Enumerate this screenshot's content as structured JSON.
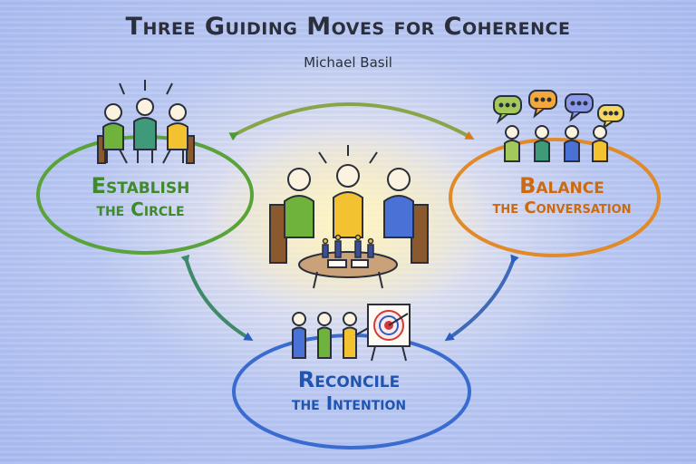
{
  "title": "Three Guiding Moves for Coherence",
  "author": "Michael Basil",
  "moves": {
    "establish": {
      "line1": "Establish",
      "line2": "the Circle",
      "color": "#3f8a2a"
    },
    "balance": {
      "line1": "Balance",
      "line2": "the Conversation",
      "color": "#d8791a"
    },
    "reconcile": {
      "line1": "Reconcile",
      "line2": "the Intention",
      "color": "#2a5fc0"
    }
  },
  "figure_colors": {
    "green": "#6fb23c",
    "yellow": "#f2c230",
    "blue": "#4a72d6",
    "teal": "#3f9a7a",
    "skin": "#fbf3e0"
  },
  "icons": [
    "speech-bubble-icon",
    "target-icon",
    "candle-icon",
    "chair-icon",
    "table-icon",
    "person-icon"
  ]
}
